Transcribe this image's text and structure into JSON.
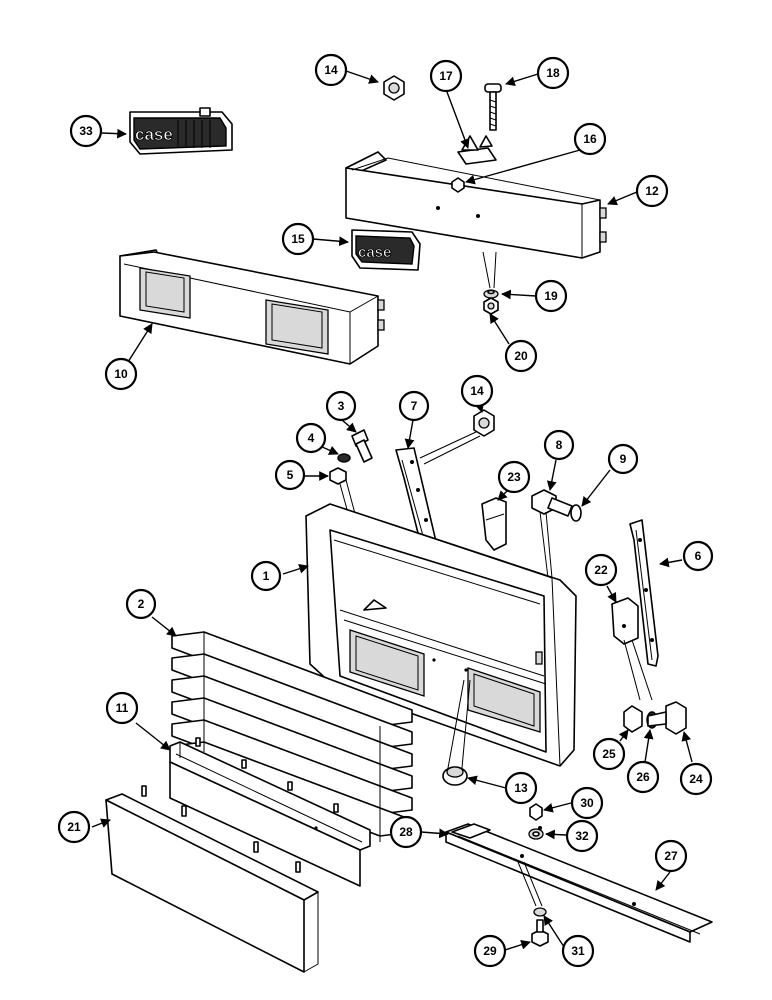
{
  "logo": {
    "text": "case"
  },
  "callouts": [
    {
      "id": "c33",
      "label": "33"
    },
    {
      "id": "c14a",
      "label": "14"
    },
    {
      "id": "c17",
      "label": "17"
    },
    {
      "id": "c18",
      "label": "18"
    },
    {
      "id": "c16",
      "label": "16"
    },
    {
      "id": "c12",
      "label": "12"
    },
    {
      "id": "c15",
      "label": "15"
    },
    {
      "id": "c19",
      "label": "19"
    },
    {
      "id": "c20",
      "label": "20"
    },
    {
      "id": "c10",
      "label": "10"
    },
    {
      "id": "c3",
      "label": "3"
    },
    {
      "id": "c7",
      "label": "7"
    },
    {
      "id": "c14b",
      "label": "14"
    },
    {
      "id": "c4",
      "label": "4"
    },
    {
      "id": "c5",
      "label": "5"
    },
    {
      "id": "c8",
      "label": "8"
    },
    {
      "id": "c9",
      "label": "9"
    },
    {
      "id": "c23",
      "label": "23"
    },
    {
      "id": "c1",
      "label": "1"
    },
    {
      "id": "c6",
      "label": "6"
    },
    {
      "id": "c22",
      "label": "22"
    },
    {
      "id": "c2",
      "label": "2"
    },
    {
      "id": "c11",
      "label": "11"
    },
    {
      "id": "c25",
      "label": "25"
    },
    {
      "id": "c24",
      "label": "24"
    },
    {
      "id": "c26",
      "label": "26"
    },
    {
      "id": "c13",
      "label": "13"
    },
    {
      "id": "c30",
      "label": "30"
    },
    {
      "id": "c32",
      "label": "32"
    },
    {
      "id": "c28",
      "label": "28"
    },
    {
      "id": "c27",
      "label": "27"
    },
    {
      "id": "c21",
      "label": "21"
    },
    {
      "id": "c29",
      "label": "29"
    },
    {
      "id": "c31",
      "label": "31"
    }
  ]
}
